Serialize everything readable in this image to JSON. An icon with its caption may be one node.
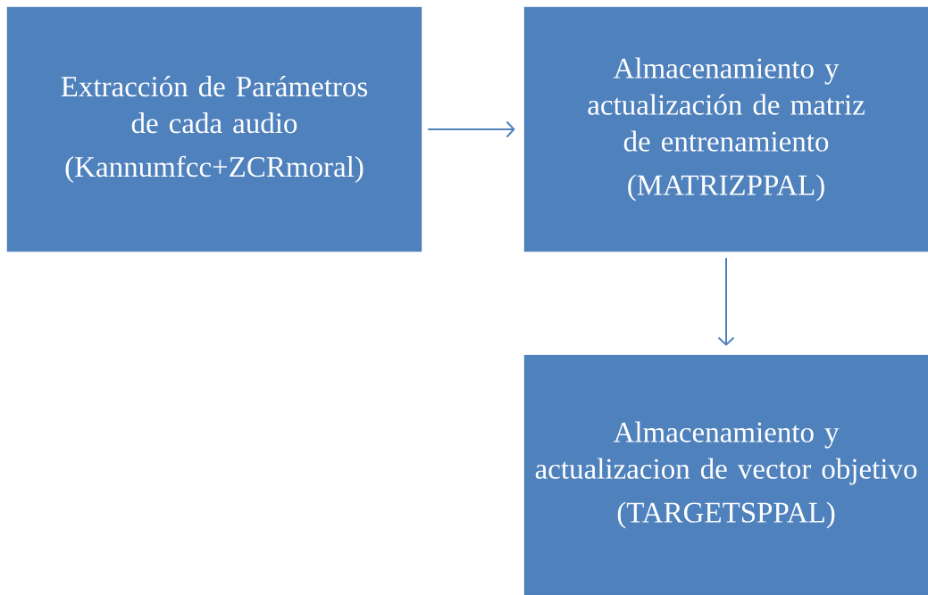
{
  "diagram": {
    "nodes": [
      {
        "text": [
          "Extracción de Parámetros de cada audio",
          "(Kannumfcc+ZCRmoral)"
        ]
      },
      {
        "text": [
          "Almacenamiento y actualización de matriz de entrenamiento",
          "(MATRIZPPAL)"
        ]
      },
      {
        "text": [
          "Almacenamiento y actualizacion de vector objetivo",
          "(TARGETSPPAL)"
        ]
      }
    ],
    "edges": [
      {
        "from": 0,
        "to": 1,
        "arrow": "to"
      },
      {
        "from": 1,
        "to": 2,
        "arrow": "to"
      }
    ]
  }
}
